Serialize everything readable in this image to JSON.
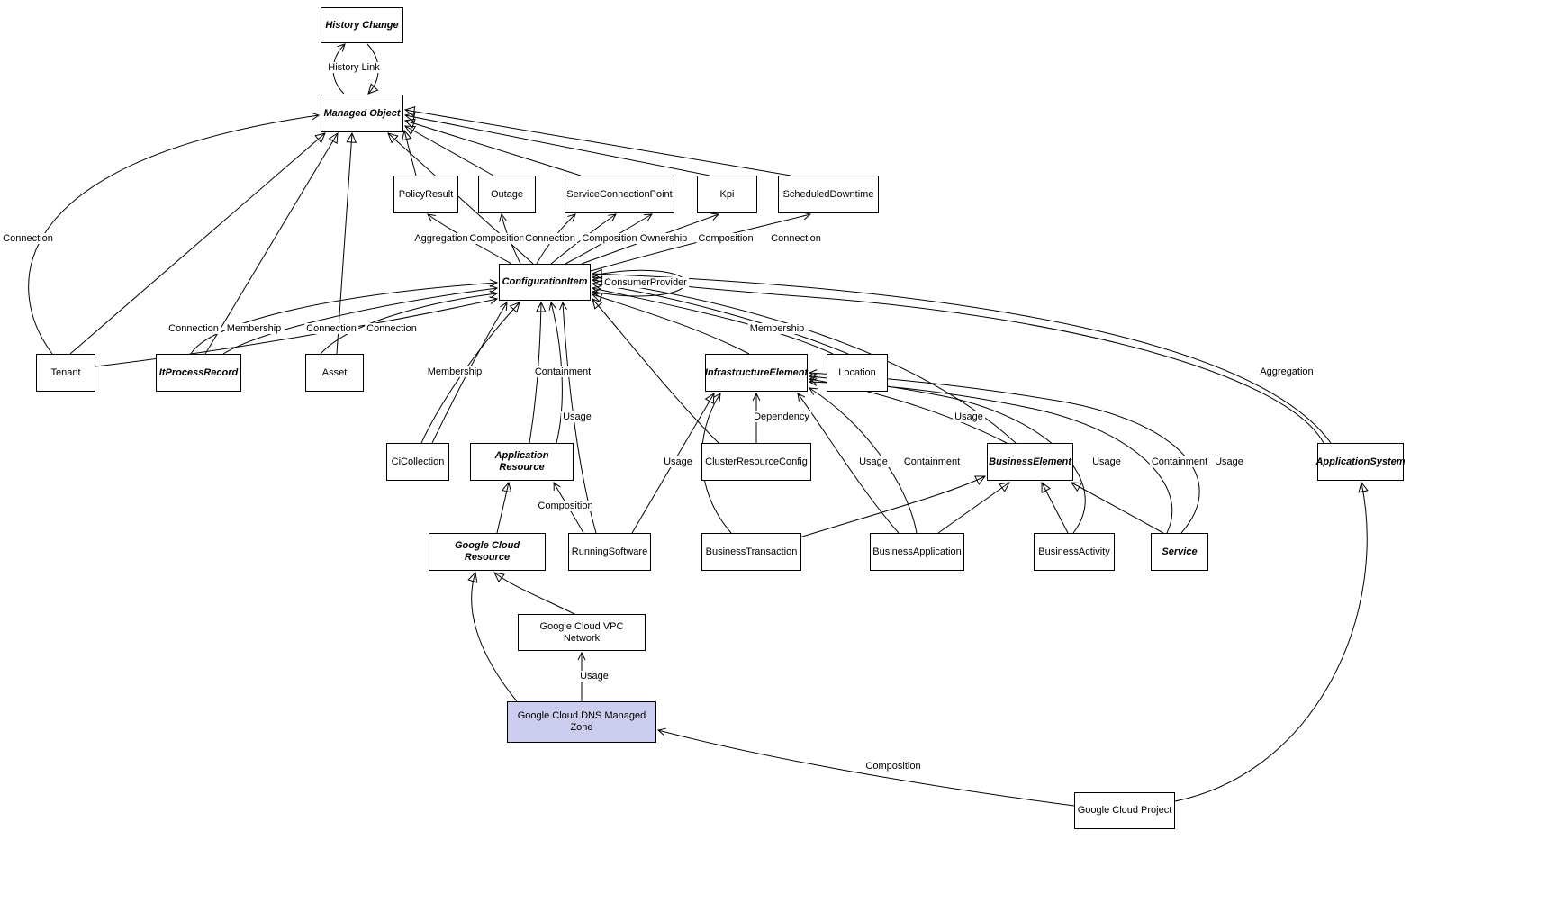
{
  "diagram": {
    "nodes": {
      "history_change": {
        "label": "History Change"
      },
      "managed_object": {
        "label": "Managed Object"
      },
      "policy_result": {
        "label": "PolicyResult"
      },
      "outage": {
        "label": "Outage"
      },
      "service_connection_point": {
        "label": "ServiceConnectionPoint"
      },
      "kpi": {
        "label": "Kpi"
      },
      "scheduled_downtime": {
        "label": "ScheduledDowntime"
      },
      "configuration_item": {
        "label": "ConfigurationItem"
      },
      "tenant": {
        "label": "Tenant"
      },
      "it_process_record": {
        "label": "ItProcessRecord"
      },
      "asset": {
        "label": "Asset"
      },
      "infrastructure_element": {
        "label": "InfrastructureElement"
      },
      "location": {
        "label": "Location"
      },
      "ci_collection": {
        "label": "CiCollection"
      },
      "application_resource": {
        "label": "Application Resource"
      },
      "cluster_resource_config": {
        "label": "ClusterResourceConfig"
      },
      "business_element": {
        "label": "BusinessElement"
      },
      "application_system": {
        "label": "ApplicationSystem"
      },
      "google_cloud_resource": {
        "label": "Google Cloud Resource"
      },
      "running_software": {
        "label": "RunningSoftware"
      },
      "business_transaction": {
        "label": "BusinessTransaction"
      },
      "business_application": {
        "label": "BusinessApplication"
      },
      "business_activity": {
        "label": "BusinessActivity"
      },
      "service": {
        "label": "Service"
      },
      "google_cloud_vpc_network": {
        "label": "Google Cloud VPC Network"
      },
      "google_cloud_dns_managed_zone": {
        "label": "Google Cloud DNS Managed Zone"
      },
      "google_cloud_project": {
        "label": "Google Cloud Project"
      }
    },
    "edge_labels": {
      "history_link": "History Link",
      "connection_tenant_mo": "Connection",
      "aggregation_ci_policyresult": "Aggregation",
      "composition_ci_outage": "Composition",
      "connection_ci_scp": "Connection",
      "composition_ci_scp": "Composition",
      "ownership_ci_scp": "Ownership",
      "composition_ci_kpi": "Composition",
      "connection_ci_sd": "Connection",
      "consumer_provider": "ConsumerProvider",
      "connection_itpr_ci": "Connection",
      "membership_itpr_ci": "Membership",
      "connection_asset_ci": "Connection",
      "connection_tenant_ci": "Connection",
      "membership_loc_ci": "Membership",
      "membership_cicoll_ci": "Membership",
      "containment_appres_ci": "Containment",
      "aggregation_appsys_ci": "Aggregation",
      "usage_rs_ci": "Usage",
      "dependency_crc_infra": "Dependency",
      "usage_be_infra": "Usage",
      "usage_bt_infra": "Usage",
      "usage_bapp_infra": "Usage",
      "containment_bapp_infra": "Containment",
      "usage_bact_infra": "Usage",
      "containment_svc_infra": "Containment",
      "usage_svc_infra": "Usage",
      "composition_rs_appres": "Composition",
      "usage_dns_vpc": "Usage",
      "composition_gcp_dns": "Composition"
    },
    "colors": {
      "highlight_fill": "#ccccee",
      "node_border": "#000000",
      "edge": "#000000"
    }
  }
}
